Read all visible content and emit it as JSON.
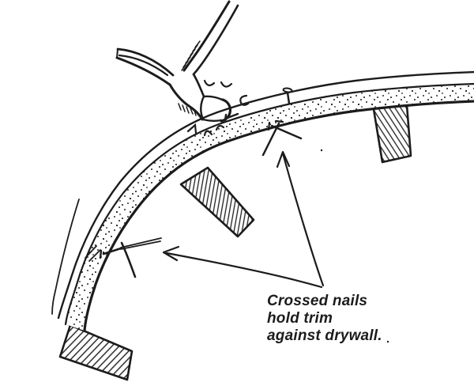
{
  "meta": {
    "background_color": "#ffffff",
    "ink_color": "#1c1c1c"
  },
  "caption": {
    "lines": [
      "Crossed nails",
      "hold trim",
      "against drywall."
    ]
  }
}
